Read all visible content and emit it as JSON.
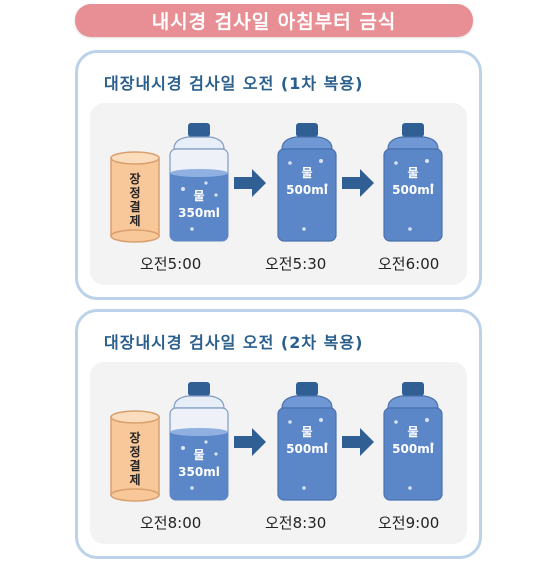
{
  "title": "내시경 검사일 아침부터 금식",
  "panels": [
    {
      "title": "대장내시경 검사일 오전 (1차 복용)",
      "prep_label": [
        "장",
        "정",
        "결",
        "제"
      ],
      "steps": [
        {
          "water_label": "물",
          "volume": "350ml",
          "time": "오전5:00"
        },
        {
          "water_label": "물",
          "volume": "500ml",
          "time": "오전5:30"
        },
        {
          "water_label": "물",
          "volume": "500ml",
          "time": "오전6:00"
        }
      ]
    },
    {
      "title": "대장내시경 검사일 오전 (2차 복용)",
      "prep_label": [
        "장",
        "정",
        "결",
        "제"
      ],
      "steps": [
        {
          "water_label": "물",
          "volume": "350ml",
          "time": "오전8:00"
        },
        {
          "water_label": "물",
          "volume": "500ml",
          "time": "오전8:30"
        },
        {
          "water_label": "물",
          "volume": "500ml",
          "time": "오전9:00"
        }
      ]
    }
  ],
  "colors": {
    "banner": "#e88f95",
    "panel_border": "#bcd2ea",
    "panel_title": "#2a5f8d",
    "water": "#5b86c8",
    "bottle_cap": "#2f5f93",
    "arrow": "#2f5f93",
    "prep_cylinder": "#f8c79a"
  }
}
